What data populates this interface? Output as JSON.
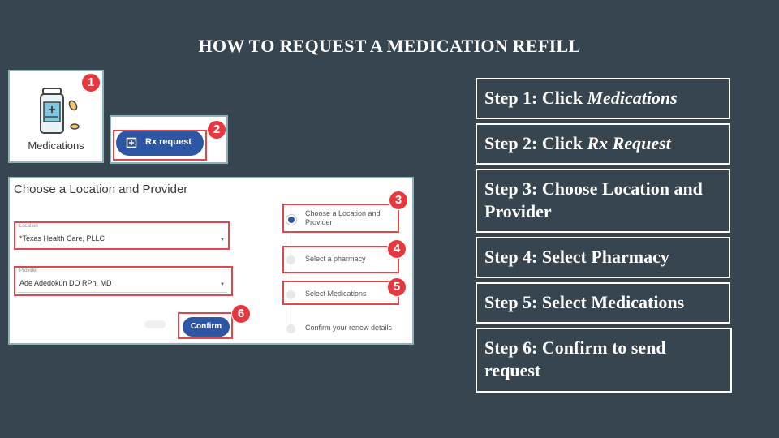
{
  "title": "HOW TO REQUEST A MEDICATION REFILL",
  "steps": [
    {
      "prefix": "Step 1: Click ",
      "emph": "Medications"
    },
    {
      "prefix": "Step 2: Click ",
      "emph": "Rx Request"
    },
    {
      "prefix": "Step 3: Choose Location and Provider",
      "emph": ""
    },
    {
      "prefix": "Step 4: Select Pharmacy",
      "emph": ""
    },
    {
      "prefix": "Step 5: Select Medications",
      "emph": ""
    },
    {
      "prefix": "Step 6: Confirm to send request",
      "emph": ""
    }
  ],
  "medications_panel": {
    "label": "Medications",
    "badge": "1"
  },
  "rx_panel": {
    "label": "Rx request",
    "badge": "2"
  },
  "form": {
    "title": "Choose a Location and Provider",
    "location_label": "Location",
    "location_value": "*Texas Health Care, PLLC",
    "provider_label": "Provider",
    "provider_value": "Ade Adedokun DO RPh, MD",
    "confirm_label": "Confirm",
    "stepper": [
      {
        "label": "Choose a Location and Provider",
        "badge": "3"
      },
      {
        "label": "Select a pharmacy",
        "badge": "4"
      },
      {
        "label": "Select Medications",
        "badge": "5"
      },
      {
        "label": "Confirm your renew details",
        "badge": ""
      }
    ],
    "confirm_badge": "6"
  },
  "colors": {
    "background": "#36454f",
    "accent_blue": "#2d57a4",
    "badge_red": "#e5393f",
    "panel_border": "#8eb3bb"
  }
}
